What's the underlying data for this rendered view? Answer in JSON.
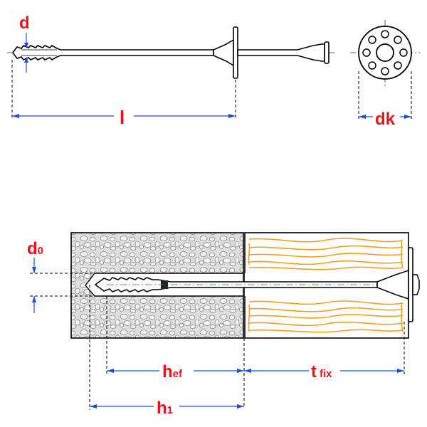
{
  "labels": {
    "d": "d",
    "l": "l",
    "dk": "dk",
    "d0_main": "d",
    "d0_sub": "0",
    "hef_main": "h",
    "hef_sub": "ef",
    "tfix_main": "t",
    "tfix_sub": "fix",
    "h1_main": "h",
    "h1_sub": "1"
  },
  "colors": {
    "label": "#e8141b",
    "dimension": "#1f4fd8",
    "centerline": "#2e8b2e",
    "outline": "#000000",
    "concrete_fill": "#dcdcdc",
    "concrete_stone": "#8c8c8c",
    "insulation_fill": "#ffffff",
    "insulation_fiber": "#f0a020"
  }
}
